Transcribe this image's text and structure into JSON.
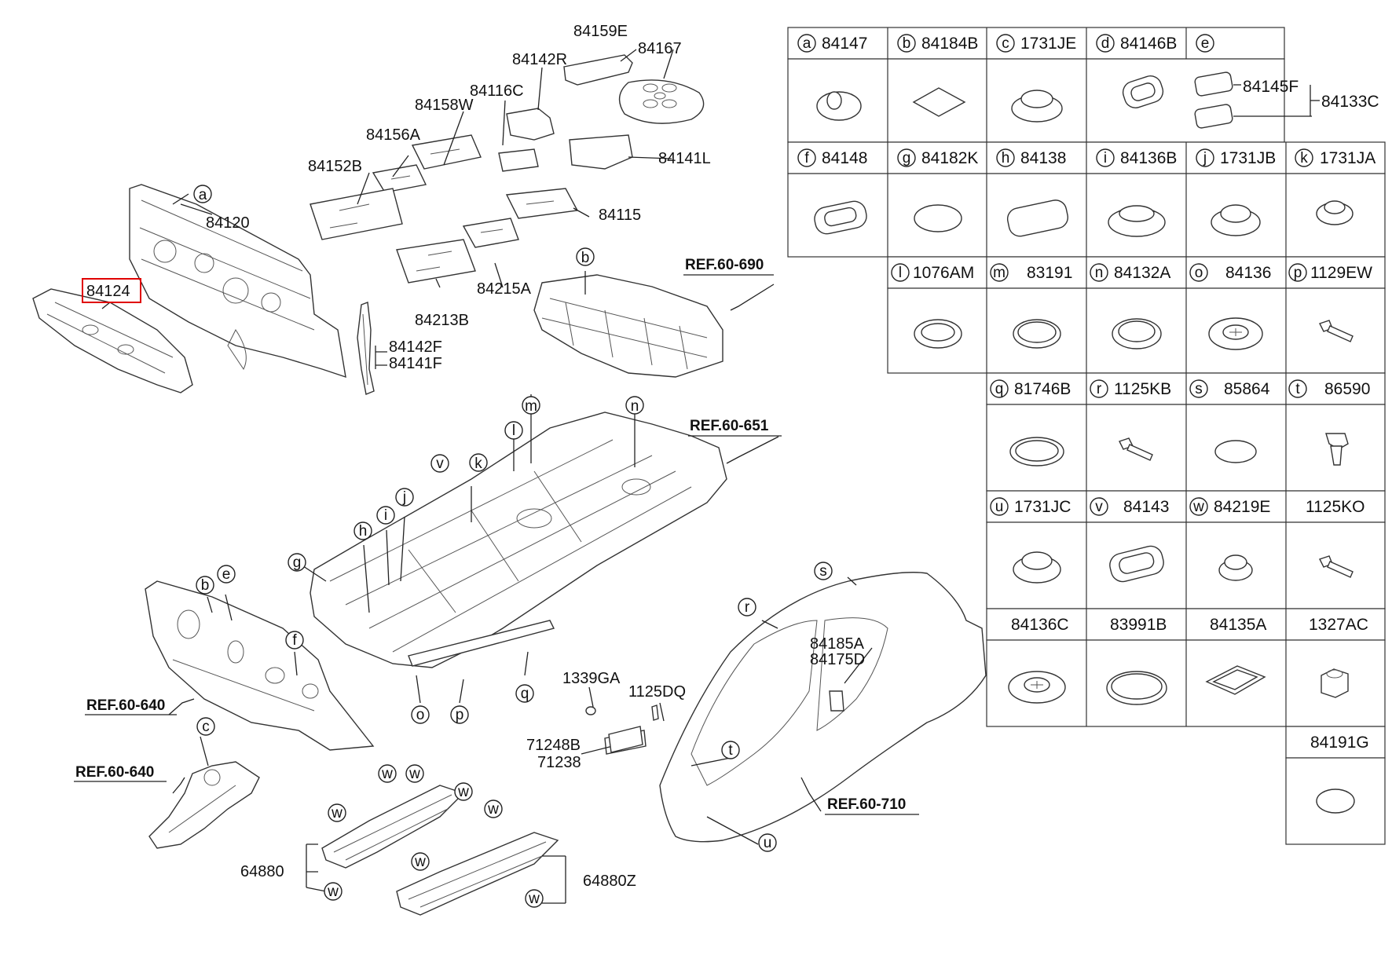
{
  "callouts": {
    "a": "a",
    "b": "b",
    "c": "c",
    "d": "d",
    "e": "e",
    "f": "f",
    "g": "g",
    "h": "h",
    "i": "i",
    "j": "j",
    "k": "k",
    "l": "l",
    "m": "m",
    "n": "n",
    "o": "o",
    "p": "p",
    "q": "q",
    "r": "r",
    "s": "s",
    "t": "t",
    "u": "u",
    "v": "v",
    "w": "w"
  },
  "diagram_labels": {
    "p84159E": "84159E",
    "p84167": "84167",
    "p84142R": "84142R",
    "p84116C": "84116C",
    "p84158W": "84158W",
    "p84156A": "84156A",
    "p84152B": "84152B",
    "p84141L": "84141L",
    "p84115": "84115",
    "p84120": "84120",
    "p84124": "84124",
    "p84215A": "84215A",
    "p84213B": "84213B",
    "p84142F": "84142F",
    "p84141F": "84141F",
    "p1339GA": "1339GA",
    "p1125DQ": "1125DQ",
    "p71248B": "71248B",
    "p71238": "71238",
    "p84185A": "84185A",
    "p84175D": "84175D",
    "p64880": "64880",
    "p64880Z": "64880Z"
  },
  "refs": {
    "r690": "REF.60-690",
    "r651": "REF.60-651",
    "r640a": "REF.60-640",
    "r640b": "REF.60-640",
    "r710": "REF.60-710"
  },
  "highlighted_part": "84124",
  "table": {
    "row1": [
      {
        "letter": "a",
        "num": "84147"
      },
      {
        "letter": "b",
        "num": "84184B"
      },
      {
        "letter": "c",
        "num": "1731JE"
      },
      {
        "letter": "d",
        "num": "84146B"
      },
      {
        "letter": "e",
        "num": ""
      }
    ],
    "e_sub": {
      "a": "84145F",
      "b": "84133C"
    },
    "row2": [
      {
        "letter": "f",
        "num": "84148"
      },
      {
        "letter": "g",
        "num": "84182K"
      },
      {
        "letter": "h",
        "num": "84138"
      },
      {
        "letter": "i",
        "num": "84136B"
      },
      {
        "letter": "j",
        "num": "1731JB"
      },
      {
        "letter": "k",
        "num": "1731JA"
      }
    ],
    "row3": [
      {
        "letter": "l",
        "num": "1076AM"
      },
      {
        "letter": "m",
        "num": "83191"
      },
      {
        "letter": "n",
        "num": "84132A"
      },
      {
        "letter": "o",
        "num": "84136"
      },
      {
        "letter": "p",
        "num": "1129EW"
      }
    ],
    "row4": [
      {
        "letter": "q",
        "num": "81746B"
      },
      {
        "letter": "r",
        "num": "1125KB"
      },
      {
        "letter": "s",
        "num": "85864"
      },
      {
        "letter": "t",
        "num": "86590"
      }
    ],
    "row5": [
      {
        "letter": "u",
        "num": "1731JC"
      },
      {
        "letter": "v",
        "num": "84143"
      },
      {
        "letter": "w",
        "num": "84219E"
      },
      {
        "letter": "",
        "num": "1125KO"
      }
    ],
    "row6": [
      {
        "letter": "",
        "num": "84136C"
      },
      {
        "letter": "",
        "num": "83991B"
      },
      {
        "letter": "",
        "num": "84135A"
      },
      {
        "letter": "",
        "num": "1327AC"
      }
    ],
    "row7": [
      {
        "letter": "",
        "num": "84191G"
      }
    ]
  }
}
